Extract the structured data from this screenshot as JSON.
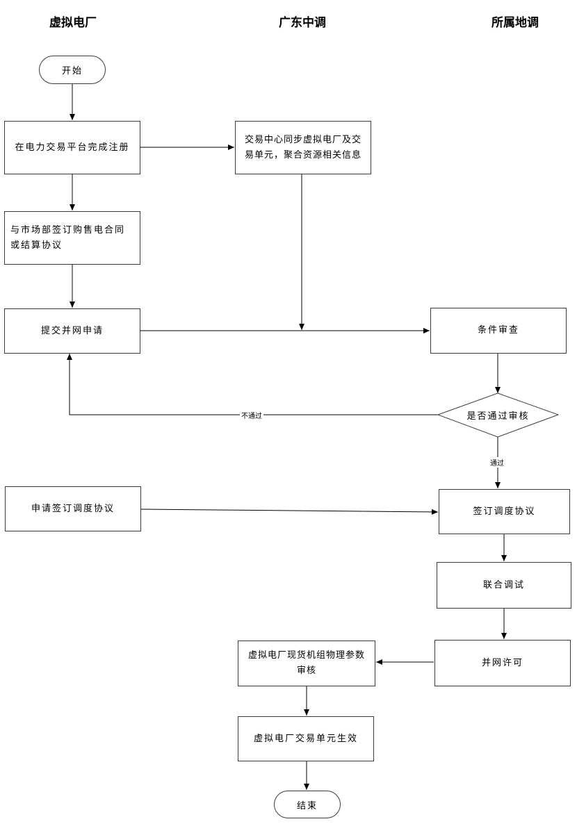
{
  "lanes": {
    "vpp": "虚拟电厂",
    "guangdong": "广东中调",
    "local": "所属地调"
  },
  "nodes": {
    "start": "开始",
    "register": "在电力交易平台完成注册",
    "sync": "交易中心同步虚拟电厂及交易单元，聚合资源相关信息",
    "contract": "与市场部签订购售电合同或结算协议",
    "submit": "提交并网申请",
    "review": "条件审查",
    "decision": "是否通过审核",
    "apply_dispatch": "申请签订调度协议",
    "sign_dispatch": "签订调度协议",
    "joint_test": "联合调试",
    "grid_permit": "并网许可",
    "param_check": "虚拟电厂现货机组物理参数审核",
    "unit_effective": "虚拟电厂交易单元生效",
    "end": "结束"
  },
  "edge_labels": {
    "fail": "不通过",
    "pass": "通过"
  },
  "colors": {
    "line": "#000000",
    "border": "#3a3a3a"
  }
}
